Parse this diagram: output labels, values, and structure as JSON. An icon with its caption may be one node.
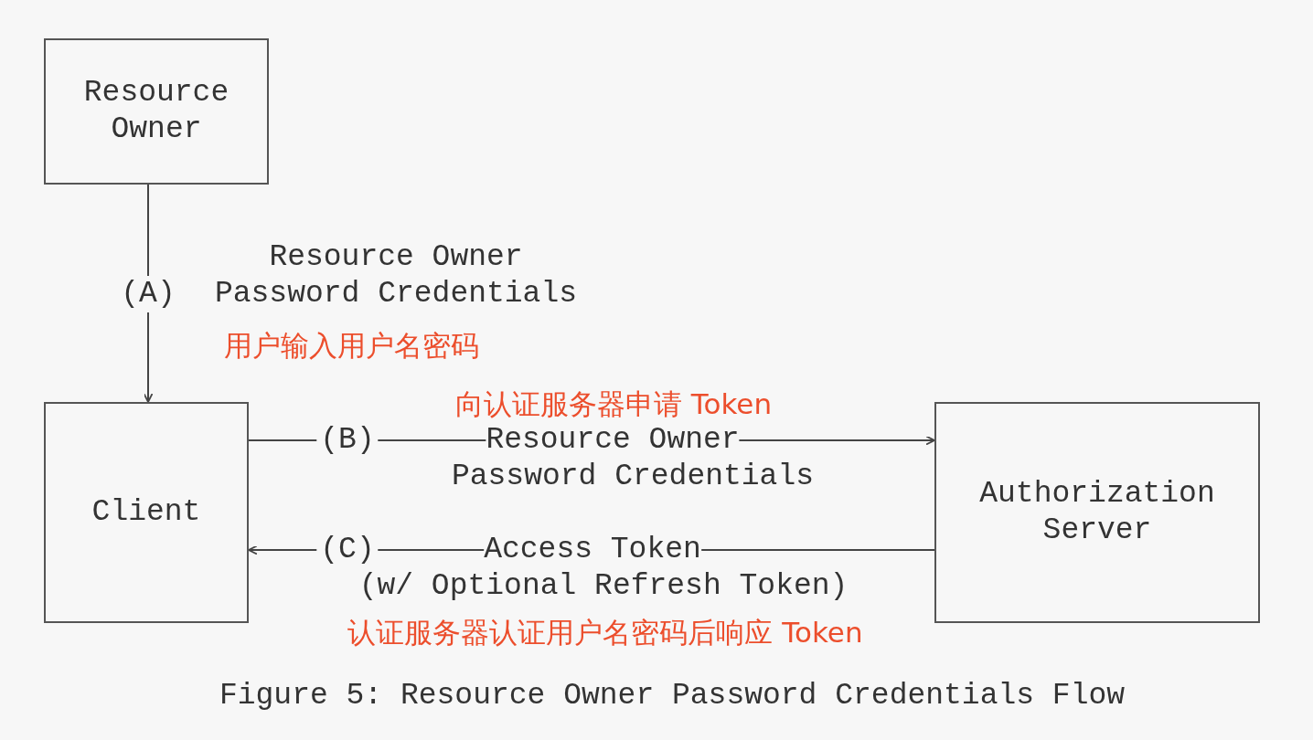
{
  "diagram": {
    "caption": "Figure 5: Resource Owner Password Credentials Flow",
    "nodes": [
      {
        "text": [
          "Resource Owner"
        ]
      },
      {
        "text": [
          "Client"
        ]
      },
      {
        "text": [
          "Authorization Server"
        ]
      }
    ],
    "edges": [
      {
        "from": 0,
        "to": 1,
        "arrow": "to",
        "label": "(A)"
      },
      {
        "from": 1,
        "to": 2,
        "arrow": "to",
        "label": "(B)"
      },
      {
        "from": 2,
        "to": 1,
        "arrow": "to",
        "label": "(C)"
      }
    ],
    "labels": [
      "Resource Owner Password Credentials",
      "用户输入用户名密码",
      "向认证服务器申请 Token",
      "Resource Owner",
      "Password Credentials",
      "Access Token",
      "(w/ Optional Refresh Token)",
      "认证服务器认证用户名密码后响应 Token"
    ]
  }
}
